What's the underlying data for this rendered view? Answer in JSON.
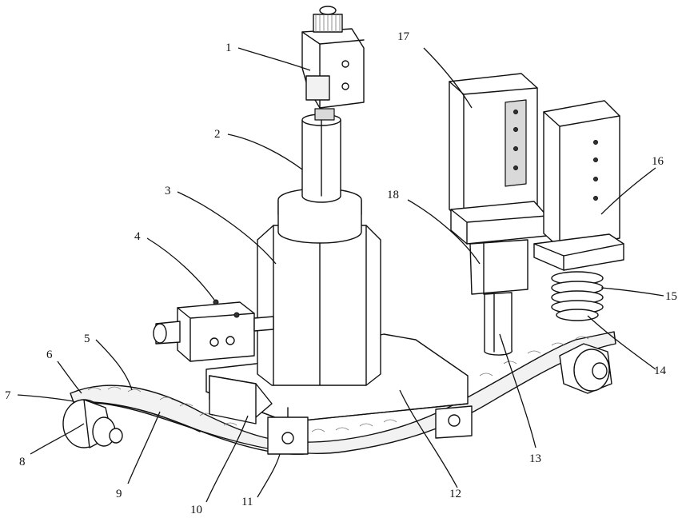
{
  "labels": [
    {
      "id": "1",
      "text": "1"
    },
    {
      "id": "2",
      "text": "2"
    },
    {
      "id": "3",
      "text": "3"
    },
    {
      "id": "4",
      "text": "4"
    },
    {
      "id": "5",
      "text": "5"
    },
    {
      "id": "6",
      "text": "6"
    },
    {
      "id": "7",
      "text": "7"
    },
    {
      "id": "8",
      "text": "8"
    },
    {
      "id": "9",
      "text": "9"
    },
    {
      "id": "10",
      "text": "10"
    },
    {
      "id": "11",
      "text": "11"
    },
    {
      "id": "12",
      "text": "12"
    },
    {
      "id": "13",
      "text": "13"
    },
    {
      "id": "14",
      "text": "14"
    },
    {
      "id": "15",
      "text": "15"
    },
    {
      "id": "16",
      "text": "16"
    },
    {
      "id": "17",
      "text": "17"
    },
    {
      "id": "18",
      "text": "18"
    }
  ]
}
